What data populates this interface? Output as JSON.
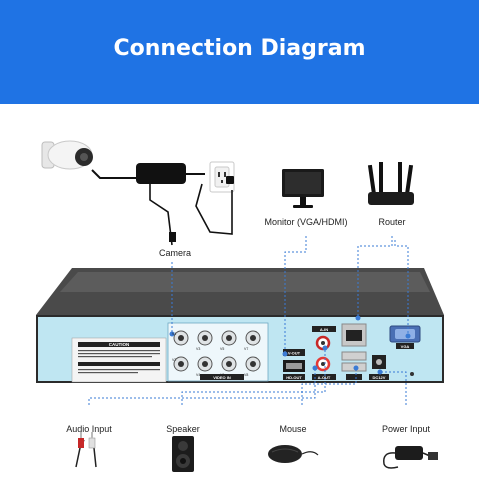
{
  "header": {
    "title": "Connection Diagram"
  },
  "labels": {
    "camera": "Camera",
    "monitor": "Monitor (VGA/HDMI)",
    "router": "Router",
    "audio_input": "Audio Input",
    "speaker": "Speaker",
    "mouse": "Mouse",
    "power_input": "Power Input"
  },
  "panel": {
    "caution": "CAUTION",
    "video_in": "VIDEO IN",
    "v_out": "V-OUT",
    "hd_out": "HD-OUT",
    "a_in": "A-IN",
    "a_out": "A-OUT",
    "vga": "VGA",
    "dc12v": "DC12V",
    "ports": [
      "V1",
      "V3",
      "V5",
      "V7",
      "V2",
      "V4",
      "V6",
      "V8"
    ]
  },
  "colors": {
    "banner": "#1f73e4",
    "connector_line": "#3a7bd5",
    "panel": "#bfe6f2"
  }
}
